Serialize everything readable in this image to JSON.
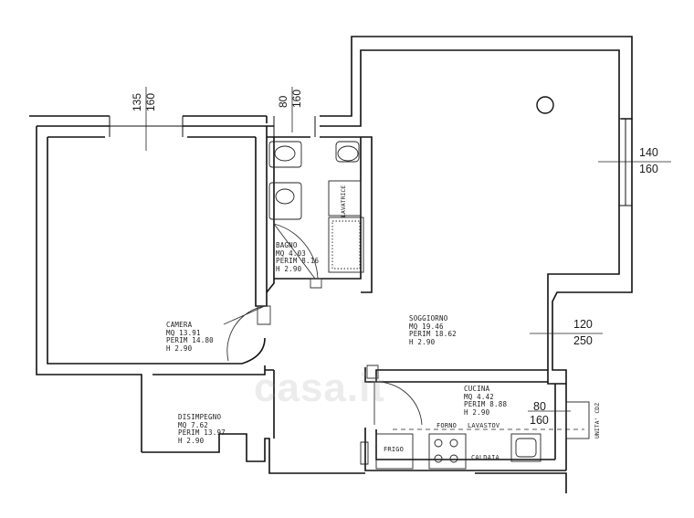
{
  "rooms": {
    "camera": {
      "name": "CAMERA",
      "area": "MQ 13.91",
      "perim": "PERIM 14.80",
      "height": "H 2.90"
    },
    "bagno": {
      "name": "BAGNO",
      "area": "MQ 4.03",
      "perim": "PERIM 8.16",
      "height": "H 2.90"
    },
    "soggiorno": {
      "name": "SOGGIORNO",
      "area": "MQ 19.46",
      "perim": "PERIM 18.62",
      "height": "H 2.90"
    },
    "cucina": {
      "name": "CUCINA",
      "area": "MQ 4.42",
      "perim": "PERIM 8.88",
      "height": "H 2.90"
    },
    "disimpegno": {
      "name": "DISIMPEGNO",
      "area": "MQ 7.62",
      "perim": "PERIM 13.97",
      "height": "H 2.90"
    }
  },
  "dimensions": {
    "camera_window": {
      "top": "135",
      "bottom": "160"
    },
    "bagno_window": {
      "top": "80",
      "bottom": "160"
    },
    "soggiorno_window": {
      "top": "140",
      "bottom": "160"
    },
    "soggiorno_door": {
      "top": "120",
      "bottom": "250"
    },
    "cucina_window": {
      "top": "80",
      "bottom": "160"
    }
  },
  "fixtures": {
    "lavatrice": "LAVATRICE",
    "forno": "FORNO",
    "lavastov": "LAVASTOV",
    "frigo": "FRIGO",
    "caldaia": "CALDAIA",
    "unita_cdz": "UNITA' CDZ"
  },
  "watermark": "casa.it"
}
